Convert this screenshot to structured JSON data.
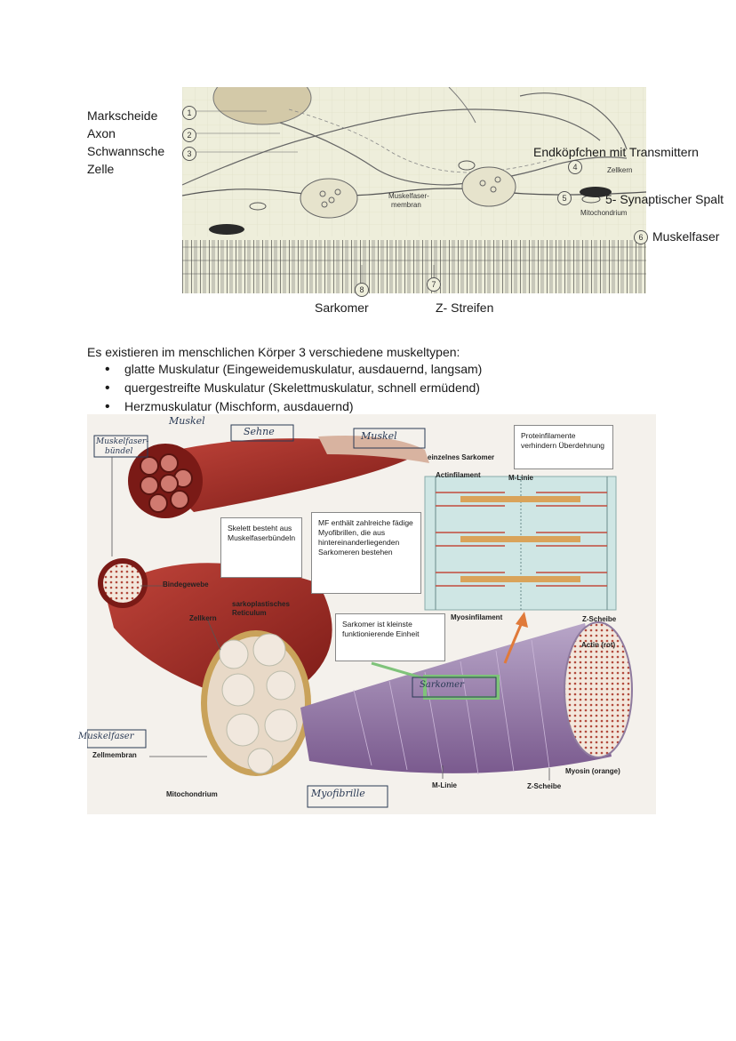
{
  "diagram1": {
    "left_labels": [
      "Markscheide",
      "Axon",
      "Schwannsche",
      "Zelle"
    ],
    "num_1": "1",
    "num_2": "2",
    "num_3": "3",
    "num_4": "4",
    "num_5": "5",
    "num_6": "6",
    "num_7": "7",
    "num_8": "8",
    "endkoepfchen": "Endköpfchen mit Transmittern",
    "zellkern": "Zellkern",
    "synaptischer_spalt": "5- Synaptischer Spalt",
    "mitochondrium": "Mitochondrium",
    "muskelfaser": "Muskelfaser",
    "muskelfasermembran_1": "Muskelfaser-",
    "muskelfasermembran_2": "membran",
    "sarkomer": "Sarkomer",
    "z_streifen": "Z- Streifen"
  },
  "text_section": {
    "intro": "Es existieren im menschlichen Körper 3 verschiedene muskeltypen:",
    "items": [
      "glatte Muskulatur (Eingeweidemuskulatur, ausdauernd, langsam)",
      "quergestreifte Muskulatur (Skelettmuskulatur, schnell ermüdend)",
      "Herzmuskulatur (Mischform, ausdauernd)"
    ]
  },
  "diagram2": {
    "hand_muskel_top": "Muskel",
    "hand_sehne": "Sehne",
    "hand_muskel": "Muskel",
    "hand_muskelfaserbuendel_1": "Muskelfaser-",
    "hand_muskelfaserbuendel_2": "bündel",
    "hand_muskelfaser": "Muskelfaser",
    "hand_sarkomer": "Sarkomer",
    "hand_myofibrille": "Myofibrille",
    "box_proteinfilamente": "Proteinfilamente verhindern Überdehnung",
    "box_skelett": "Skelett besteht aus Muskelfaserbündeln",
    "box_mf": "MF enthält zahlreiche fädige Myofibrillen, die aus hintereinanderliegenden Sarkomeren bestehen",
    "box_sarkomer": "Sarkomer ist kleinste funktionierende Einheit",
    "lbl_einzelnes_sarkomer": "einzelnes Sarkomer",
    "lbl_actinfilament": "Actinfilament",
    "lbl_m_linie_top": "M-Linie",
    "lbl_myosinfilament": "Myosinfilament",
    "lbl_z_scheibe_right": "Z-Scheibe",
    "lbl_actin_rot": "Actin (rot)",
    "lbl_myosin_orange": "Myosin (orange)",
    "lbl_z_scheibe_bottom": "Z-Scheibe",
    "lbl_m_linie_bottom": "M-Linie",
    "lbl_bindegewebe": "Bindegewebe",
    "lbl_zellkern": "Zellkern",
    "lbl_sr_1": "sarkoplastisches",
    "lbl_sr_2": "Reticulum",
    "lbl_zellmembran": "Zellmembran",
    "lbl_mitochondrium": "Mitochondrium"
  },
  "colors": {
    "muscle_red": "#a8302a",
    "muscle_dark": "#7a1a16",
    "paper": "#eeeedb",
    "sarcomere_bg": "#cfe6e4",
    "handwriting": "#2a3a55",
    "highlight_green": "#7fc37a"
  }
}
